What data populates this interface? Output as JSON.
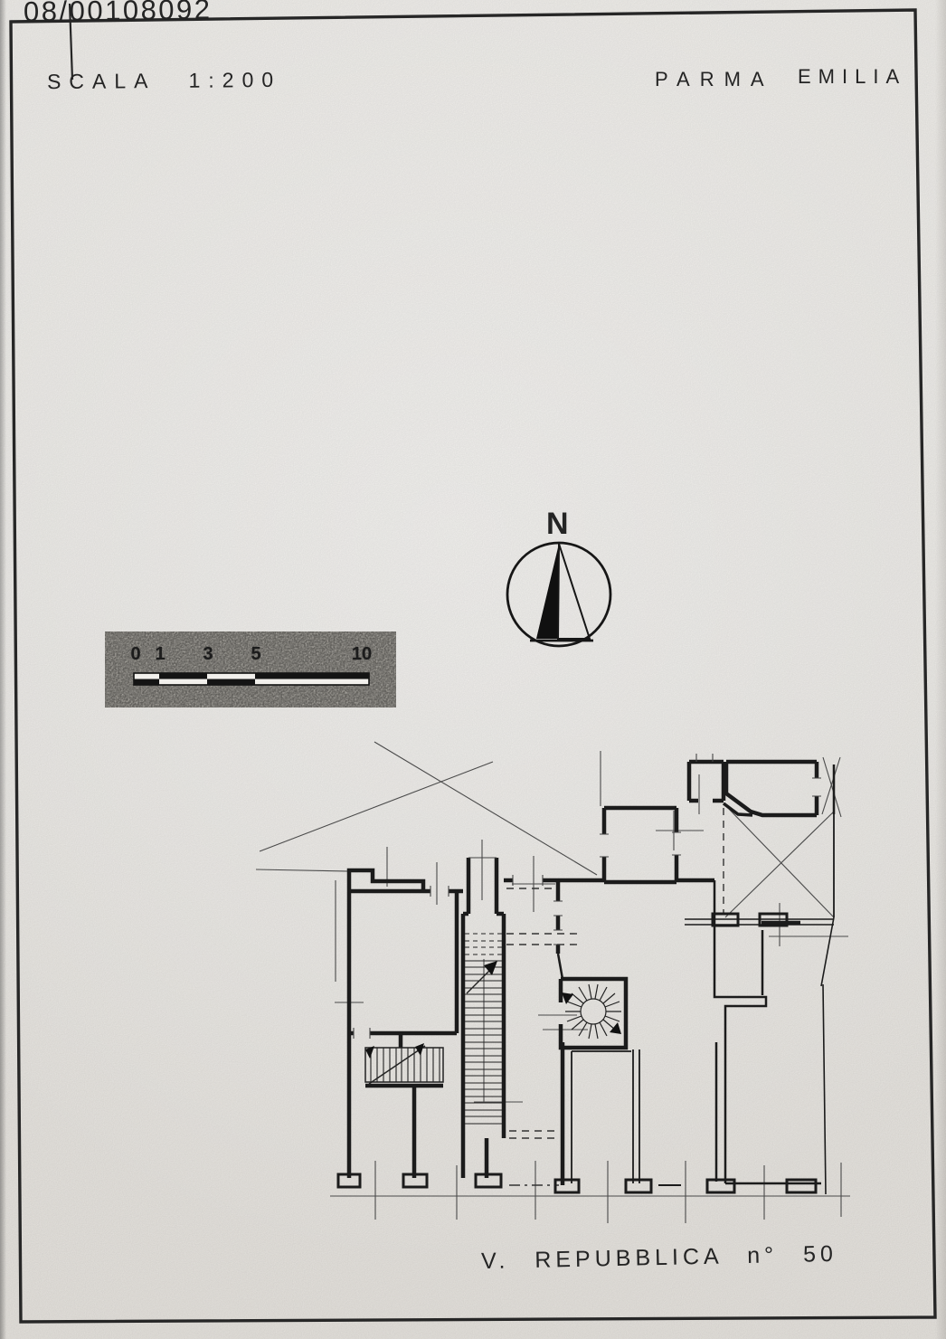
{
  "document": {
    "doc_number": "08/00108092",
    "scale_label": "SCALA 1:200",
    "location_left": "PARMA",
    "location_right": "EMILIA",
    "address_label": "V. REPUBBLICA n° 50"
  },
  "north_arrow": {
    "label": "N"
  },
  "scale_bar": {
    "tick_labels": [
      "0",
      "1",
      "3",
      "5",
      "10"
    ]
  },
  "colors": {
    "paper": "#e9e7e3",
    "ink": "#1b1b1b",
    "patch_gray": "#b4b1aa",
    "thin_line": "#4a4a4a"
  }
}
